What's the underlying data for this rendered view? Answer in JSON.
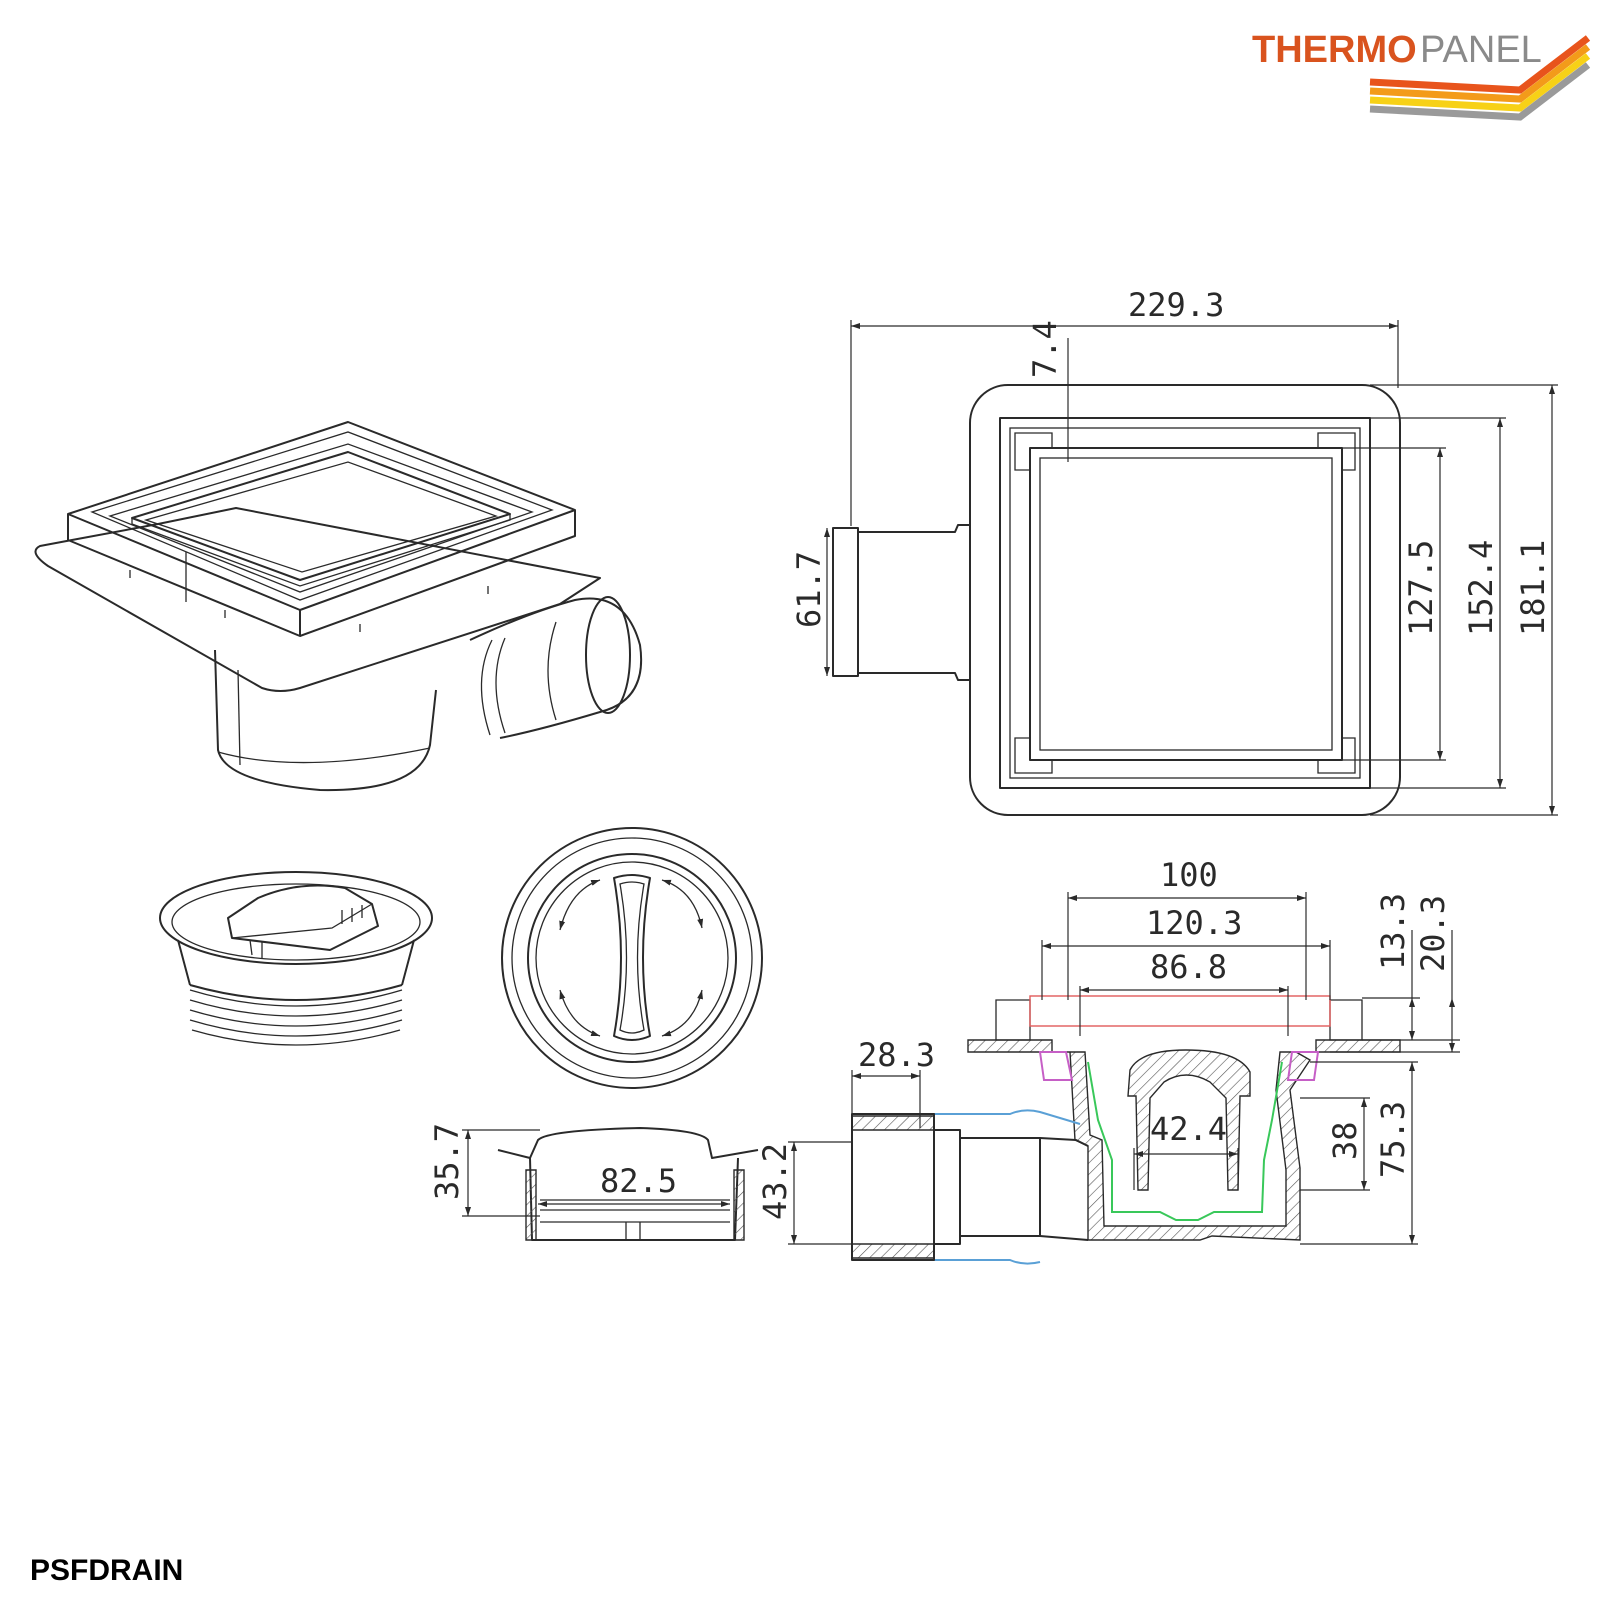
{
  "brand": {
    "name_bold": "THERMO",
    "name_light": "PANEL",
    "color_bold": "#d9531e",
    "color_light": "#8a8a8a",
    "stripe_colors": [
      "#e8541c",
      "#f39b1a",
      "#f7d117",
      "#9a9a9a"
    ]
  },
  "product_code": "PSFDRAIN",
  "dimensions": {
    "top_width": "229.3",
    "top_flange": "7.4",
    "outlet_dia": "61.7",
    "inner_grate": "127.5",
    "frame_size": "152.4",
    "overall_size": "181.1",
    "sect_100": "100",
    "sect_120": "120.3",
    "sect_86": "86.8",
    "sect_13": "13.3",
    "sect_20": "20.3",
    "sect_28": "28.3",
    "sect_42": "42.4",
    "sect_38": "38",
    "sect_75": "75.3",
    "trap_h": "35.7",
    "trap_d": "82.5",
    "pipe_h": "43.2"
  },
  "section_colors": {
    "pipe": "#5aa0d6",
    "trap": "#39c85a",
    "seal": "#c65fc6",
    "grate": "#e05a5a",
    "flange": "#3fb3c8"
  }
}
